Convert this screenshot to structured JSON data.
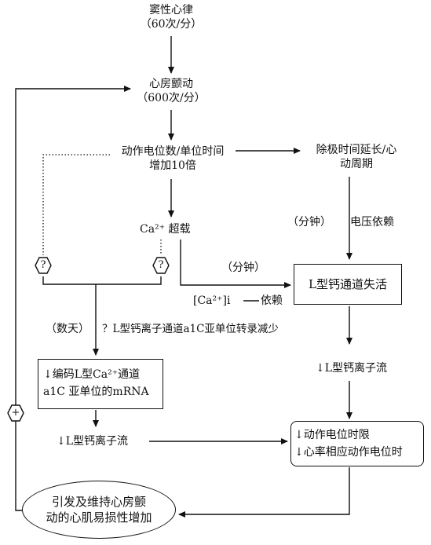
{
  "nodes": {
    "sinus": [
      "窦性心律",
      "（60次/分）"
    ],
    "af": [
      "心房颤动",
      "（600次/分）"
    ],
    "ap_count": [
      "动作电位数/单位时间",
      "增加10倍"
    ],
    "depol": [
      "除极时间延长/心",
      "动周期"
    ],
    "ca_overload": "Ca²⁺ 超载",
    "minutes1": "（分钟）",
    "voltage": "电压依赖",
    "minutes2": "（分钟）",
    "l_inact": "L型钙通道失活",
    "ca_i": "[Ca²⁺]i",
    "dependent": "依赖",
    "days": "（数天）",
    "transcript": "？L型钙离子通道a1C亚单位转录减少",
    "mrna": [
      "↓编码L型Ca²⁺通道",
      "a1C 亚单位的mRNA"
    ],
    "i_ca_right": "↓L型钙离子流",
    "i_ca_left": "↓L型钙离子流",
    "apd": [
      "↓动作电位时限",
      "↓心率相应动作电位时"
    ],
    "vuln": [
      "引发及维持心房颤",
      "动的心肌易损性增加"
    ],
    "q1": "?",
    "q2": "?",
    "plus": "+"
  }
}
